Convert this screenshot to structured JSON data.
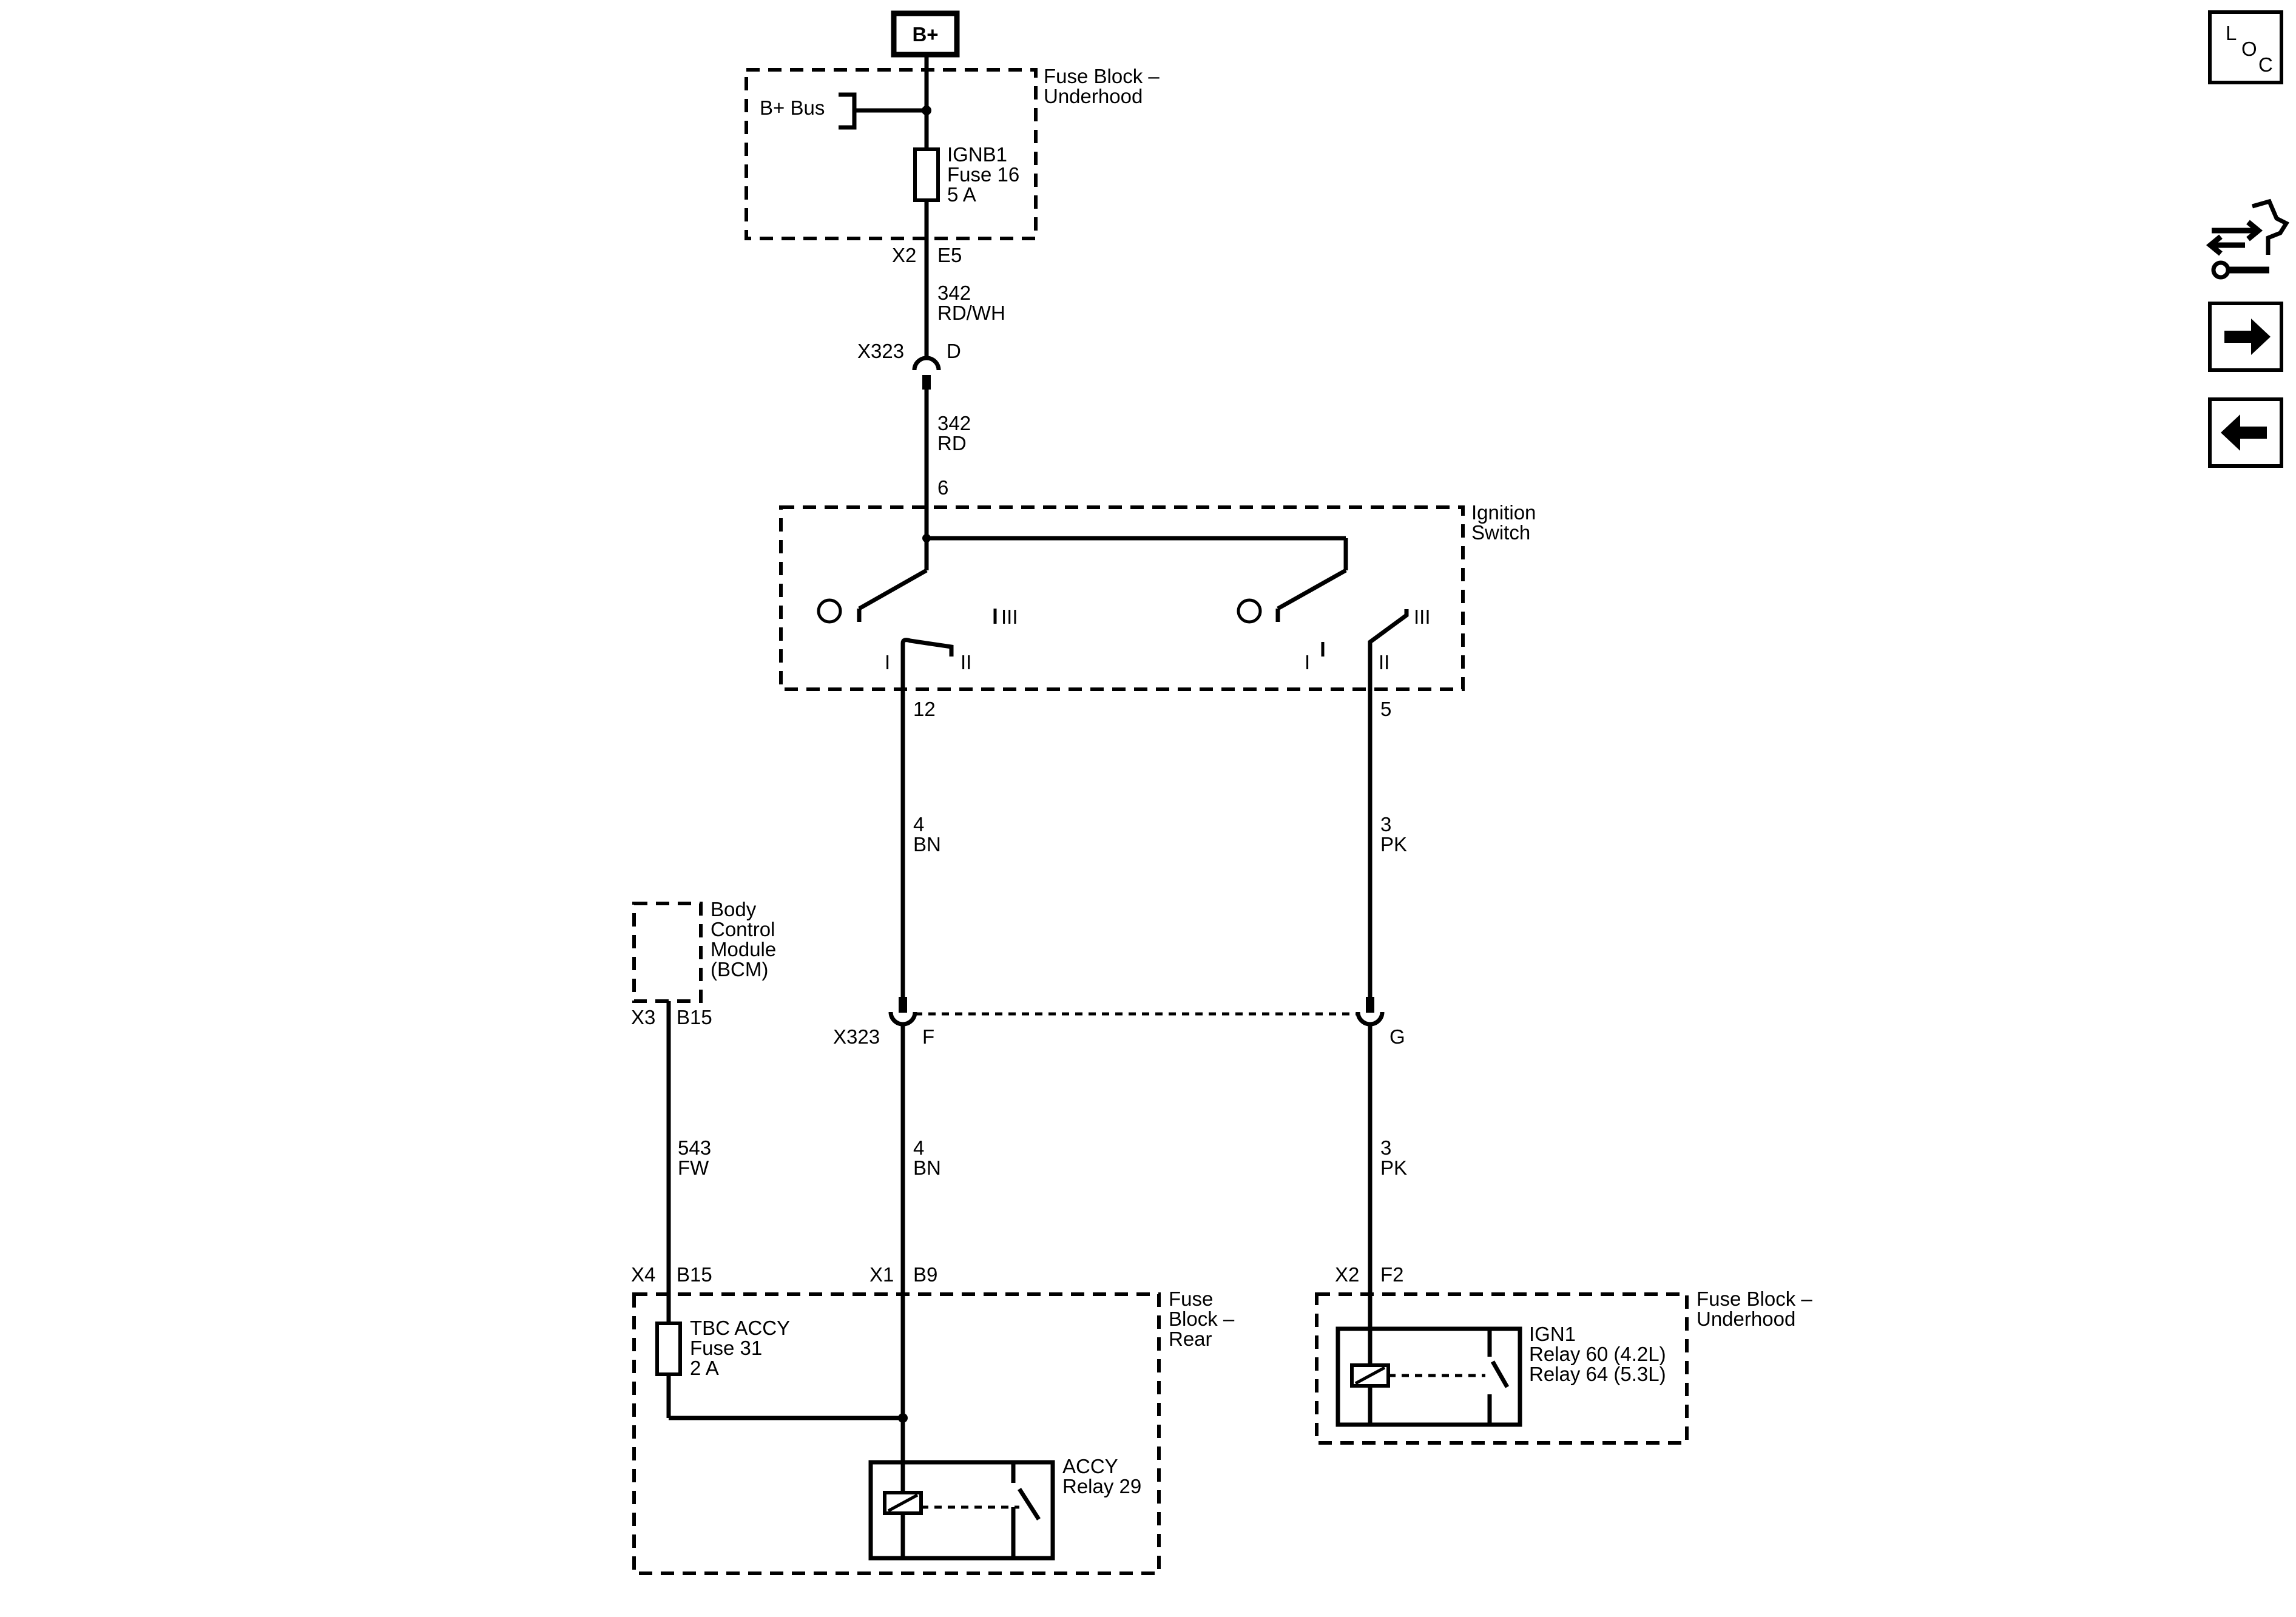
{
  "power": {
    "label": "B+"
  },
  "fuse_block_underhood_top": {
    "title_line1": "Fuse Block –",
    "title_line2": "Underhood",
    "bus_label": "B+ Bus",
    "fuse_line1": "IGNB1",
    "fuse_line2": "Fuse 16",
    "fuse_line3": "5 A",
    "connector": "X2",
    "pin": "E5"
  },
  "wire_342_rdwh": {
    "circuit": "342",
    "color": "RD/WH"
  },
  "inline_x323_top": {
    "connector": "X323",
    "pin": "D"
  },
  "wire_342_rd": {
    "circuit": "342",
    "color": "RD"
  },
  "ignition_switch": {
    "title_line1": "Ignition",
    "title_line2": "Switch",
    "input_pin": "6",
    "pos_I": "I",
    "pos_II": "II",
    "pos_III": "III",
    "out_pin_left": "12",
    "out_pin_right": "5"
  },
  "wire_4_bn_upper": {
    "circuit": "4",
    "color": "BN"
  },
  "wire_3_pk_upper": {
    "circuit": "3",
    "color": "PK"
  },
  "bcm": {
    "line1": "Body",
    "line2": "Control",
    "line3": "Module",
    "line4": "(BCM)",
    "connector": "X3",
    "pin": "B15"
  },
  "inline_x323_bottom": {
    "connector": "X323",
    "pin_left": "F",
    "pin_right": "G"
  },
  "wire_543_fw": {
    "circuit": "543",
    "color": "FW"
  },
  "wire_4_bn_lower": {
    "circuit": "4",
    "color": "BN"
  },
  "wire_3_pk_lower": {
    "circuit": "3",
    "color": "PK"
  },
  "fuse_block_rear": {
    "title_line1": "Fuse",
    "title_line2": "Block –",
    "title_line3": "Rear",
    "connector_left": "X4",
    "pin_left": "B15",
    "connector_mid": "X1",
    "pin_mid": "B9",
    "fuse_line1": "TBC ACCY",
    "fuse_line2": "Fuse 31",
    "fuse_line3": "2 A",
    "relay_line1": "ACCY",
    "relay_line2": "Relay 29"
  },
  "fuse_block_underhood_bottom": {
    "title_line1": "Fuse Block –",
    "title_line2": "Underhood",
    "connector": "X2",
    "pin": "F2",
    "relay_line1": "IGN1",
    "relay_line2": "Relay 60 (4.2L)",
    "relay_line3": "Relay 64 (5.3L)"
  },
  "nav": {
    "loc_l": "L",
    "loc_o": "O",
    "loc_c": "C"
  }
}
